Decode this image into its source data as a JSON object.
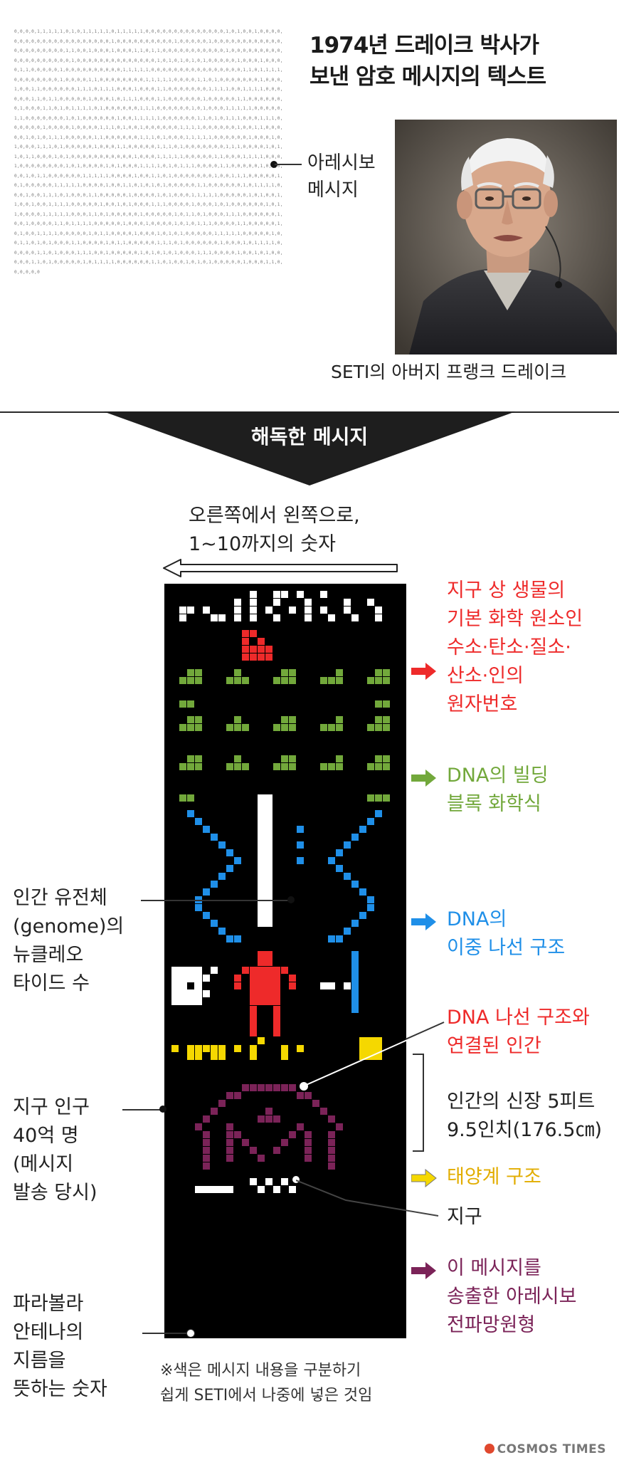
{
  "headline": {
    "line1": "1974년 드레이크 박사가",
    "line2": "보낸 암호 메시지의 텍스트"
  },
  "arecibo_label": {
    "line1": "아레시보",
    "line2": "메시지"
  },
  "drake_caption": "SETI의 아버지 프랭크 드레이크",
  "binary_text": "0,0,0,0,1,1,1,1,1,0,1,0,1,1,1,1,1,0,1,1,1,1,1,0,0,0,0,0,0,0,0,0,0,0,0,0,0,1,0,1,0,0,1,0,0,0,0,0,0,0,0,0,0,0,0,0,0,0,0,0,0,0,0,0,1,0,0,0,0,0,0,0,0,0,0,1,0,0,0,0,0,1,0,0,0,0,0,0,0,0,0,0,0,0,0,0,0,0,0,0,0,0,0,1,1,0,0,1,0,0,0,1,0,0,0,1,1,0,1,1,0,0,0,0,0,0,0,0,0,0,0,1,0,0,0,0,0,0,0,0,0,0,0,0,0,0,0,0,0,0,0,1,0,0,0,0,0,0,0,0,0,0,0,0,0,0,1,0,1,0,1,0,1,0,1,0,0,0,0,0,1,0,0,0,1,0,0,0,0,1,1,0,0,0,0,0,1,0,0,0,0,0,0,0,0,0,0,1,1,1,1,1,0,0,0,0,0,0,0,0,0,0,0,0,0,0,0,0,1,1,0,1,1,1,1,0,0,0,0,0,0,0,0,1,0,0,0,0,1,1,0,0,0,0,0,0,0,0,1,1,1,1,1,0,0,0,0,1,1,0,1,0,0,0,0,0,0,0,1,0,0,0,1,0,0,1,1,0,0,0,0,0,0,1,1,1,0,1,1,1,0,0,0,1,0,0,0,1,1,0,0,0,0,0,0,0,1,1,1,1,0,0,1,1,1,1,0,0,0,0,0,0,1,1,0,1,1,0,0,0,0,0,1,0,0,0,1,0,1,1,1,0,0,0,1,1,0,0,0,0,0,0,1,0,0,0,0,0,1,1,0,0,0,0,0,0,0,1,0,0,0,1,1,0,1,0,1,1,1,1,0,1,0,0,0,0,0,0,1,1,1,0,0,0,0,0,0,1,0,1,0,0,0,1,1,1,1,1,0,0,0,0,0,1,1,0,0,0,0,0,0,0,1,0,1,0,0,0,0,0,0,1,0,0,1,1,1,1,1,0,0,0,0,0,0,1,1,0,1,0,1,1,1,0,0,0,1,1,1,0,0,0,0,0,0,1,0,0,0,0,1,0,0,0,0,1,1,1,0,1,0,0,1,0,0,0,0,0,0,1,1,1,1,0,0,0,0,0,0,1,0,0,1,1,0,0,0,0,0,1,0,1,0,1,1,1,0,0,0,0,0,1,1,0,0,0,0,0,0,1,1,1,0,1,0,0,0,1,1,1,1,1,0,0,0,0,0,0,1,0,0,0,1,0,1,0,0,0,1,1,1,0,1,0,0,0,0,0,1,0,0,0,1,1,0,0,0,0,0,1,1,1,0,1,0,0,0,0,0,0,0,1,1,1,0,0,0,0,1,0,1,1,0,1,1,0,0,0,1,0,1,0,0,0,0,0,0,0,0,0,0,0,1,0,0,0,1,1,1,1,1,0,0,0,0,0,1,1,0,0,0,1,1,1,1,0,0,0,1,0,0,0,0,0,0,0,0,1,0,1,0,0,0,0,1,0,1,0,0,0,1,1,1,1,0,1,0,1,1,1,0,0,0,0,1,1,0,0,0,0,0,1,0,0,0,0,0,1,0,1,1,0,0,0,0,0,0,1,1,1,1,1,0,0,0,0,1,0,0,1,1,0,1,0,0,0,0,0,0,0,1,0,0,1,1,1,0,0,0,0,0,1,0,1,0,0,0,0,0,1,1,1,1,1,0,0,0,0,1,0,0,1,1,0,1,0,1,0,1,0,0,0,0,0,1,1,0,0,0,0,0,0,1,0,1,1,1,1,0,0,0,1,0,0,1,1,1,0,1,0,0,0,1,1,0,0,0,0,0,1,0,0,0,0,1,0,1,0,0,0,1,1,1,1,1,0,0,0,0,0,1,0,1,0,0,1,1,0,0,1,0,0,1,1,1,1,0,0,0,0,0,1,0,0,1,0,1,0,0,0,1,1,1,0,0,0,0,1,0,0,0,1,0,1,0,0,0,0,0,0,1,0,1,1,0,0,0,0,1,1,1,1,1,0,0,0,1,1,0,1,0,0,0,0,0,1,0,0,0,0,0,1,0,1,1,0,1,0,0,0,1,1,1,0,0,0,0,0,0,1,0,0,1,0,0,0,0,1,1,0,1,1,1,1,0,0,0,0,0,1,0,0,0,1,0,0,0,0,1,0,1,0,1,1,1,0,0,0,0,1,1,0,0,0,0,0,1,0,1,0,0,1,1,1,1,0,0,0,0,0,1,0,1,1,0,0,0,0,1,0,0,0,1,0,1,0,1,0,0,0,0,0,1,1,1,1,1,0,0,0,0,0,1,0,0,1,1,0,1,0,1,0,0,0,1,1,0,0,0,0,1,0,1,1,0,0,0,0,0,1,1,1,0,1,0,0,0,0,0,0,1,0,0,0,1,0,1,1,1,1,0,0,0,0,0,1,1,0,1,0,0,0,1,1,1,0,0,1,0,0,0,0,0,1,0,1,0,1,0,1,0,0,0,1,1,1,0,0,0,0,1,0,0,1,0,1,0,0,0,0,0,1,1,0,1,0,0,0,0,0,1,0,1,1,1,1,0,0,0,0,0,0,1,1,0,1,0,0,1,0,1,0,1,0,0,0,0,0,1,0,0,0,1,1,0,0,0,0,0,0",
  "banner": "해독한 메시지",
  "direction": {
    "line1": "오른쪽에서 왼쪽으로,",
    "line2": "1~10까지의 숫자"
  },
  "right_labels": {
    "elements": [
      "지구 상 생물의",
      "기본 화학 원소인",
      "수소·탄소·질소·",
      "산소·인의",
      "원자번호"
    ],
    "dna_formula": [
      "DNA의 빌딩",
      "블록 화학식"
    ],
    "double_helix": [
      "DNA의",
      "이중 나선 구조"
    ],
    "human_linked": [
      "DNA 나선 구조와",
      "연결된 인간"
    ],
    "height": [
      "인간의 신장 5피트",
      "9.5인치(176.5㎝)"
    ],
    "solar": [
      "태양계 구조"
    ],
    "earth": [
      "지구"
    ],
    "telescope": [
      "이 메시지를",
      "송출한 아레시보",
      "전파망원형"
    ]
  },
  "left_labels": {
    "genome": [
      "인간 유전체",
      "(genome)의",
      "뉴클레오",
      "타이드 수"
    ],
    "population": [
      "지구 인구",
      "40억 명",
      "(메시지",
      "발송 당시)"
    ],
    "antenna": [
      "파라볼라",
      "안테나의",
      "지름을",
      "뜻하는 숫자"
    ]
  },
  "note": {
    "line1": "※색은 메시지 내용을 구분하기",
    "line2": "쉽게 SETI에서 나중에 넣은 것임"
  },
  "logo": "COSMOS TIMES",
  "colors": {
    "red": "#ee2a2a",
    "green": "#72a83b",
    "blue": "#1f8fe8",
    "yellow": "#f5d800",
    "purple": "#7b2358",
    "white": "#ffffff",
    "black": "#000000"
  }
}
